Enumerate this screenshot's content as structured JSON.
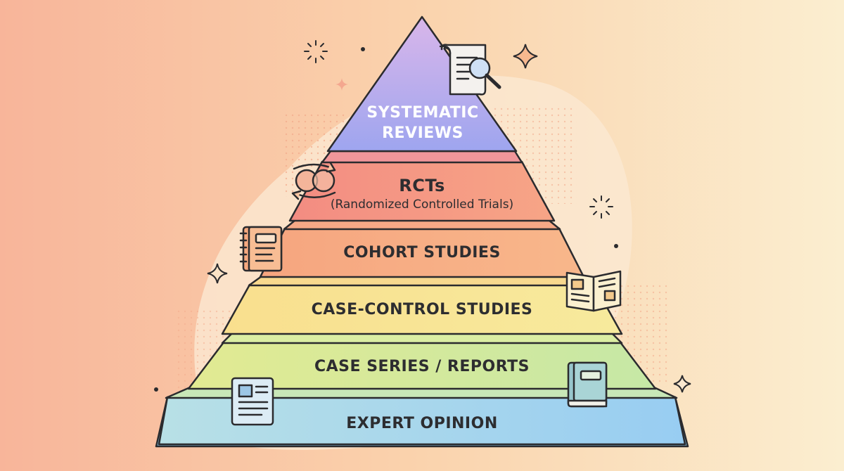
{
  "pyramid": {
    "apex": {
      "line1": "SYSTEMATIC",
      "line2": "REVIEWS",
      "icon": "document-magnifier-icon"
    },
    "tiers": [
      {
        "id": "rcts",
        "label": "RCTs",
        "sublabel": "(Randomized Controlled Trials)",
        "icon": "linked-rings-cycle-icon"
      },
      {
        "id": "cohort",
        "label": "COHORT STUDIES",
        "icon": "notebook-icon"
      },
      {
        "id": "case-control",
        "label": "CASE-CONTROL STUDIES",
        "icon": "open-book-icon"
      },
      {
        "id": "case-series",
        "label": "CASE SERIES / REPORTS",
        "icon": "closed-book-icon"
      },
      {
        "id": "expert-opinion",
        "label": "EXPERT OPINION",
        "icon": "newspaper-icon"
      }
    ]
  },
  "colors": {
    "background_left": "#f8b59a",
    "background_right": "#fbeed0",
    "apex_top": "#d4b4ec",
    "apex_bottom": "#9ea4ef",
    "rcts": "#f59681",
    "cohort": "#f7ad84",
    "case_control": "#f8e594",
    "case_series": "#d4ea9a",
    "expert_opinion": "#a7d6ef",
    "outline": "#2b2b2e"
  }
}
